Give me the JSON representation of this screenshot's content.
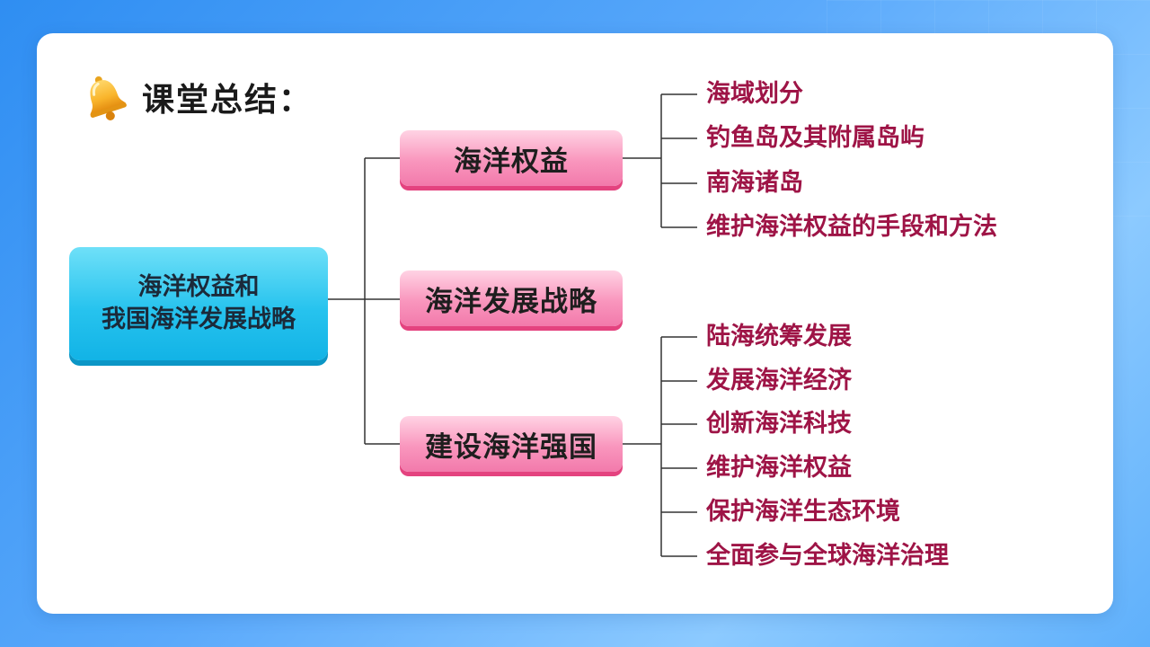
{
  "title": "课堂总结：",
  "icon": "bell-icon",
  "colors": {
    "root_fill": "#27c3ee",
    "branch_fill": "#f996bd",
    "leaf_text": "#9e1446",
    "connector": "#333333"
  },
  "root": {
    "line1": "海洋权益和",
    "line2": "我国海洋发展战略"
  },
  "branches": [
    {
      "label": "海洋权益",
      "children": [
        "海域划分",
        "钓鱼岛及其附属岛屿",
        "南海诸岛",
        "维护海洋权益的手段和方法"
      ]
    },
    {
      "label": "海洋发展战略",
      "children": []
    },
    {
      "label": "建设海洋强国",
      "children": [
        "陆海统筹发展",
        "发展海洋经济",
        "创新海洋科技",
        "维护海洋权益",
        "保护海洋生态环境",
        "全面参与全球海洋治理"
      ]
    }
  ]
}
